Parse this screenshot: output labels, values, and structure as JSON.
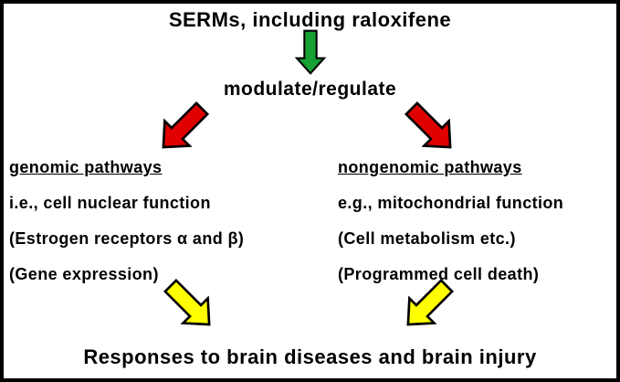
{
  "title": "SERMs, including raloxifene",
  "modulate_label": "modulate/regulate",
  "left": {
    "heading": "genomic pathways",
    "line1": "i.e., cell nuclear function",
    "line2": "(Estrogen receptors α and β)",
    "line3": "(Gene expression)"
  },
  "right": {
    "heading": "nongenomic pathways",
    "line1": "e.g., mitochondrial function",
    "line2": "(Cell metabolism etc.)",
    "line3": "(Programmed cell death)"
  },
  "bottom": "Responses to brain diseases and brain injury",
  "colors": {
    "green": "#17a033",
    "red": "#e10000",
    "yellow": "#ffff00",
    "outline": "#000000"
  }
}
